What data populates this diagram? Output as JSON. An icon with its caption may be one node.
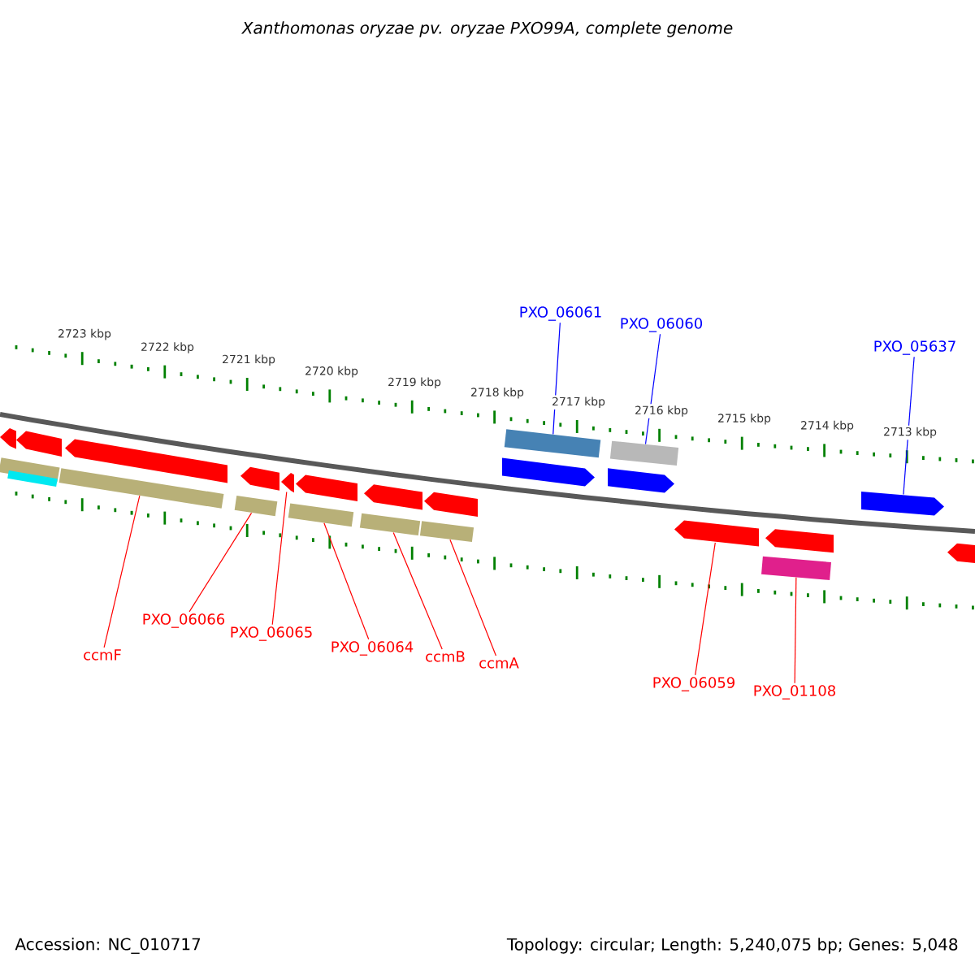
{
  "diagram": {
    "title": "Xanthomonas oryzae pv. oryzae PXO99A, complete genome",
    "nodes": [
      {
        "text": [
          "PXO_06061"
        ]
      },
      {
        "text": [
          "PXO_06060"
        ]
      },
      {
        "text": [
          "PXO_05637"
        ]
      },
      {
        "text": [
          "ccmF"
        ]
      },
      {
        "text": [
          "PXO_06066"
        ]
      },
      {
        "text": [
          "PXO_06065"
        ]
      },
      {
        "text": [
          "PXO_06064"
        ]
      },
      {
        "text": [
          "ccmB"
        ]
      },
      {
        "text": [
          "ccmA"
        ]
      },
      {
        "text": [
          "PXO_06059"
        ]
      },
      {
        "text": [
          "PXO_01108"
        ]
      },
      {
        "text": [],
        "shape": "pentagon"
      },
      {
        "text": [],
        "shape": "bar"
      },
      {
        "text": [],
        "shape": "bar"
      },
      {
        "text": [],
        "shape": "pentagon"
      },
      {
        "text": [],
        "shape": "bar"
      },
      {
        "text": [],
        "shape": "pentagon"
      },
      {
        "text": [],
        "shape": "bar"
      },
      {
        "text": [],
        "shape": "pentagon"
      },
      {
        "text": [],
        "shape": "pentagon"
      },
      {
        "text": [],
        "shape": "bar"
      },
      {
        "text": [],
        "shape": "pentagon"
      },
      {
        "text": [],
        "shape": "bar"
      },
      {
        "text": [],
        "shape": "pentagon"
      },
      {
        "text": [],
        "shape": "bar"
      },
      {
        "text": [],
        "shape": "pentagon"
      },
      {
        "text": [],
        "shape": "pentagon"
      },
      {
        "text": [],
        "shape": "bar"
      },
      {
        "text": [],
        "shape": "pentagon"
      },
      {
        "text": [],
        "shape": "bar"
      },
      {
        "text": [],
        "shape": "pentagon"
      },
      {
        "text": [],
        "shape": "bar"
      },
      {
        "text": [],
        "shape": "pentagon"
      },
      {
        "text": [],
        "shape": "pentagon"
      },
      {
        "text": [],
        "shape": "pentagon"
      }
    ],
    "edges": [
      {
        "from": 0,
        "to": 27,
        "arrow": "none",
        "color": "#0000ff"
      },
      {
        "from": 1,
        "to": 29,
        "arrow": "none",
        "color": "#0000ff"
      },
      {
        "from": 2,
        "to": 33,
        "arrow": "none",
        "color": "#0000ff"
      },
      {
        "from": 3,
        "to": 15,
        "arrow": "none"
      },
      {
        "from": 4,
        "to": 17,
        "arrow": "none"
      },
      {
        "from": 5,
        "to": 19,
        "arrow": "none"
      },
      {
        "from": 6,
        "to": 20,
        "arrow": "none"
      },
      {
        "from": 7,
        "to": 22,
        "arrow": "none"
      },
      {
        "from": 8,
        "to": 24,
        "arrow": "none"
      },
      {
        "from": 9,
        "to": 30,
        "arrow": "none"
      },
      {
        "from": 10,
        "to": 31,
        "arrow": "none"
      }
    ],
    "labels": [
      "2723 kbp",
      "2722 kbp",
      "2721 kbp",
      "2720 kbp",
      "2719 kbp",
      "2718 kbp",
      "2717 kbp",
      "2716 kbp",
      "2715 kbp",
      "2714 kbp",
      "2713 kbp",
      "Accession: NC_010717",
      "Topology: circular; Length: 5,240,075 bp; Genes: 5,048"
    ]
  }
}
